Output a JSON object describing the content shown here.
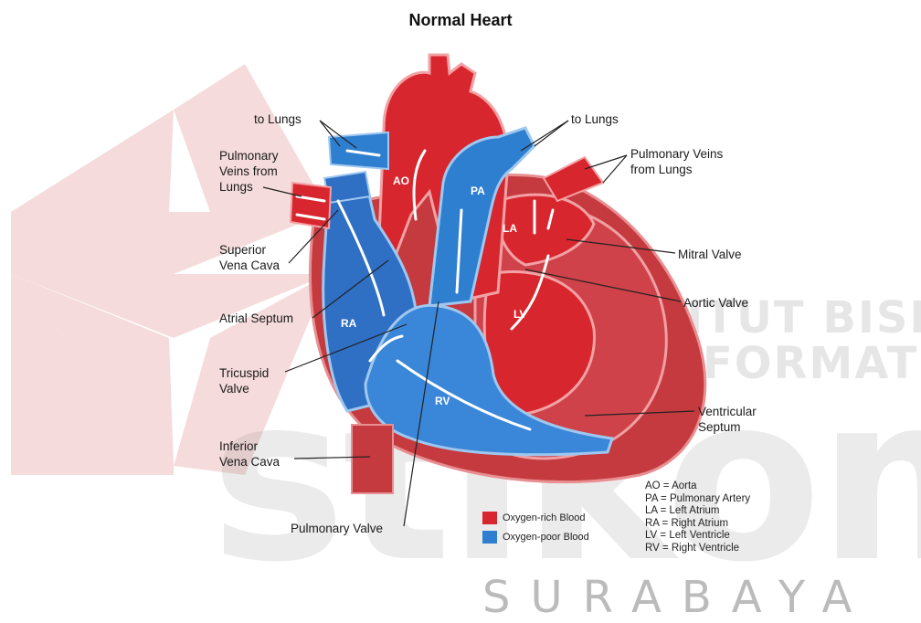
{
  "title": "Normal Heart",
  "labels": {
    "to_lungs_left": "to Lungs",
    "to_lungs_right": "to Lungs",
    "pulmonary_veins_left": [
      "Pulmonary",
      "Veins from",
      "Lungs"
    ],
    "pulmonary_veins_right": [
      "Pulmonary Veins",
      "from Lungs"
    ],
    "superior_vena_cava": [
      "Superior",
      "Vena Cava"
    ],
    "atrial_septum": "Atrial Septum",
    "tricuspid_valve": [
      "Tricuspid",
      "Valve"
    ],
    "inferior_vena_cava": [
      "Inferior",
      "Vena Cava"
    ],
    "pulmonary_valve": "Pulmonary Valve",
    "mitral_valve": "Mitral Valve",
    "aortic_valve": "Aortic Valve",
    "ventricular_septum": [
      "Ventricular",
      "Septum"
    ]
  },
  "chambers": {
    "ao": "AO",
    "pa": "PA",
    "la": "LA",
    "lv": "LV",
    "ra": "RA",
    "rv": "RV"
  },
  "legend": [
    {
      "label": "Oxygen-rich Blood",
      "color": "#d7262e"
    },
    {
      "label": "Oxygen-poor Blood",
      "color": "#2f7fd0"
    }
  ],
  "abbreviations": [
    "AO = Aorta",
    "PA = Pulmonary Artery",
    "LA = Left Atrium",
    "RA = Right Atrium",
    "LV = Left Ventricle",
    "RV = Right Ventricle"
  ],
  "watermark": {
    "line1": "INSTITUT BISNIS",
    "line2": "DAN INFORMATIKA",
    "brand": "stikom",
    "city": "SURABAYA"
  },
  "colors": {
    "oxygen_rich": "#d7262e",
    "oxygen_poor": "#2f7fd0",
    "muscle": "#c63a40",
    "watermark_red": "#c62828",
    "watermark_gray": "#8a8a8a"
  }
}
